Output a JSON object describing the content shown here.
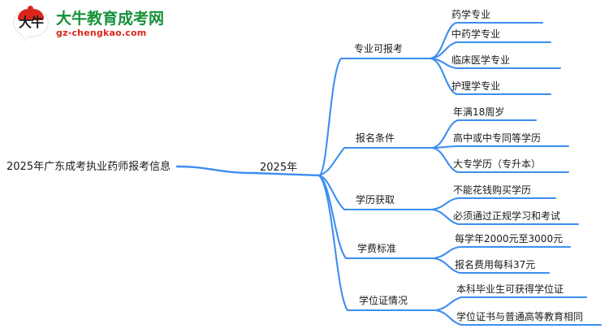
{
  "logo": {
    "mark_text": "大牛",
    "title": "大牛教育成考网",
    "subtitle": "gz-chengkao.com",
    "title_color": "#16913a",
    "subtitle_color": "#d9261c",
    "cap_color": "#d9261c"
  },
  "mindmap": {
    "line_color": "#3d8ef0",
    "text_color": "#1a1a1a",
    "root": {
      "label": "2025年广东成考执业药师报考信息"
    },
    "center": {
      "label": "2025年"
    },
    "branches": [
      {
        "label": "专业可报考",
        "children": [
          {
            "label": "药学专业"
          },
          {
            "label": "中药学专业"
          },
          {
            "label": "临床医学专业"
          },
          {
            "label": "护理学专业"
          }
        ]
      },
      {
        "label": "报名条件",
        "children": [
          {
            "label": "年满18周岁"
          },
          {
            "label": "高中或中专同等学历"
          },
          {
            "label": "大专学历（专升本）"
          }
        ]
      },
      {
        "label": "学历获取",
        "children": [
          {
            "label": "不能花钱购买学历"
          },
          {
            "label": "必须通过正规学习和考试"
          }
        ]
      },
      {
        "label": "学费标准",
        "children": [
          {
            "label": "每学年2000元至3000元"
          },
          {
            "label": "报名费用每科37元"
          }
        ]
      },
      {
        "label": "学位证情况",
        "children": [
          {
            "label": "本科毕业生可获得学位证"
          },
          {
            "label": "学位证书与普通高等教育相同"
          }
        ]
      }
    ]
  }
}
